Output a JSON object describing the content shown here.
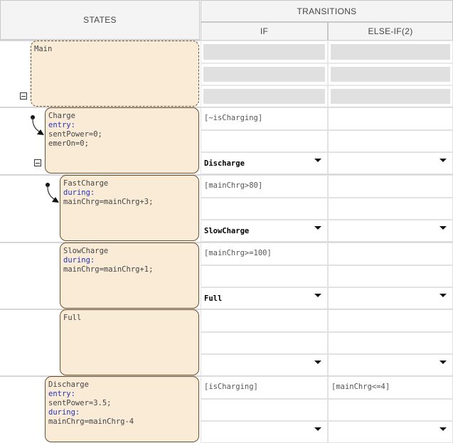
{
  "headers": {
    "states": "STATES",
    "transitions": "TRANSITIONS",
    "if": "IF",
    "else_if": "ELSE-IF(2)"
  },
  "rows": [
    {
      "name": "Main",
      "body": [],
      "style": "dashed",
      "indent": 1,
      "collapse": true,
      "default": false,
      "gray": true,
      "if": {
        "cond": "",
        "action": "",
        "dest": ""
      },
      "elseif": {
        "cond": "",
        "action": "",
        "dest": ""
      }
    },
    {
      "name": "Charge",
      "body": [
        [
          "kw",
          "entry:"
        ],
        [
          "",
          "sentPower=0;"
        ],
        [
          "",
          "emerOn=0;"
        ]
      ],
      "indent": 2,
      "collapse": true,
      "default": true,
      "if": {
        "cond": "[~isCharging]",
        "action": "",
        "dest": "Discharge"
      },
      "elseif": {
        "cond": "",
        "action": "",
        "dest": ""
      }
    },
    {
      "name": "FastCharge",
      "body": [
        [
          "kw",
          "during:"
        ],
        [
          "",
          "mainChrg=mainChrg+3;"
        ]
      ],
      "indent": 3,
      "collapse": false,
      "default": true,
      "if": {
        "cond": "[mainChrg>80]",
        "action": "",
        "dest": "SlowCharge"
      },
      "elseif": {
        "cond": "",
        "action": "",
        "dest": ""
      }
    },
    {
      "name": "SlowCharge",
      "body": [
        [
          "kw",
          "during:"
        ],
        [
          "",
          "mainChrg=mainChrg+1;"
        ]
      ],
      "indent": 3,
      "collapse": false,
      "default": false,
      "if": {
        "cond": "[mainChrg>=100]",
        "action": "",
        "dest": "Full"
      },
      "elseif": {
        "cond": "",
        "action": "",
        "dest": ""
      }
    },
    {
      "name": "Full",
      "body": [],
      "indent": 3,
      "collapse": false,
      "default": false,
      "if": {
        "cond": "",
        "action": "",
        "dest": ""
      },
      "elseif": {
        "cond": "",
        "action": "",
        "dest": ""
      }
    },
    {
      "name": "Discharge",
      "body": [
        [
          "kw",
          "entry:"
        ],
        [
          "",
          "sentPower=3.5;"
        ],
        [
          "kw",
          "during:"
        ],
        [
          "",
          "mainChrg=mainChrg-4"
        ]
      ],
      "indent": 2,
      "collapse": false,
      "default": false,
      "if": {
        "cond": "[isCharging]",
        "action": "",
        "dest": ""
      },
      "elseif": {
        "cond": "[mainChrg<=4]",
        "action": "",
        "dest": ""
      }
    }
  ]
}
